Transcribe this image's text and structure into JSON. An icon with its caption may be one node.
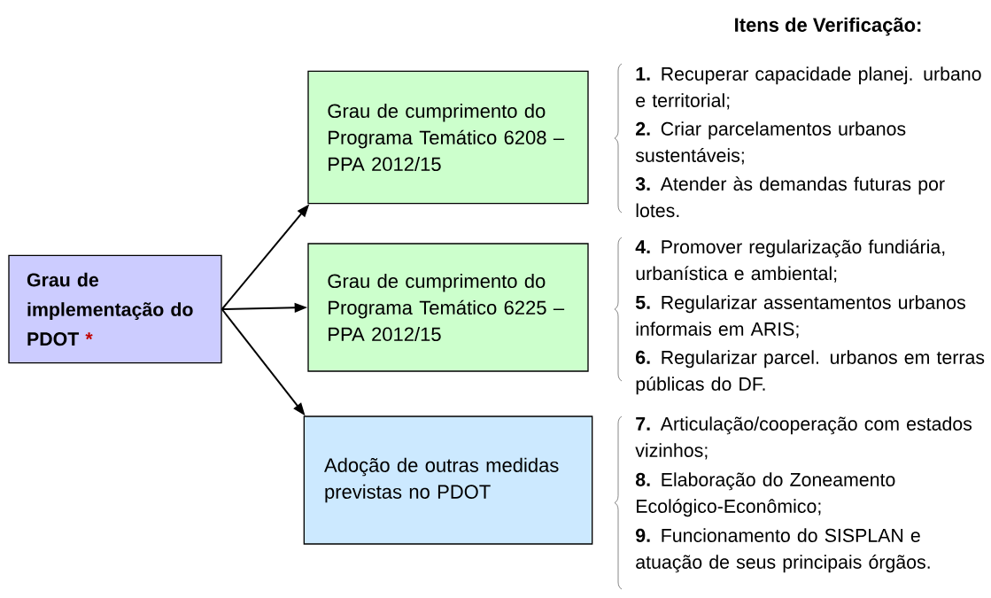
{
  "diagram": {
    "title": "Itens de Verificação:",
    "nodes": [
      {
        "text": [
          "Grau de implementação do PDOT",
          "*"
        ]
      },
      {
        "text": [
          "Grau de cumprimento do Programa Temático 6208 – PPA 2012/15"
        ]
      },
      {
        "text": [
          "Grau de cumprimento do Programa Temático 6225 – PPA 2012/15"
        ]
      },
      {
        "text": [
          "Adoção de outras medidas previstas no PDOT"
        ]
      }
    ],
    "edges": [
      {
        "from": 0,
        "to": 1,
        "arrow": "to"
      },
      {
        "from": 0,
        "to": 2,
        "arrow": "to"
      },
      {
        "from": 0,
        "to": 3,
        "arrow": "to"
      }
    ],
    "labels": [
      "**1.** Recuperar capacidade planej. urbano e territorial;",
      "**2.** Criar parcelamentos urbanos sustentáveis;",
      "**3.** Atender às demandas futuras por lotes.",
      "**4.** Promover regularização fundiária, urbanística e ambiental;",
      "**5.** Regularizar assentamentos urbanos informais em ARIS;",
      "**6.** Regularizar parcel. urbanos em terras públicas do DF.",
      "**7.** Articulação/cooperação com estados vizinhos;",
      "**8.** Elaboração do Zoneamento Ecológico-Econômico;",
      "**9.** Funcionamento do SISPLAN e atuação de seus principais órgãos."
    ]
  }
}
